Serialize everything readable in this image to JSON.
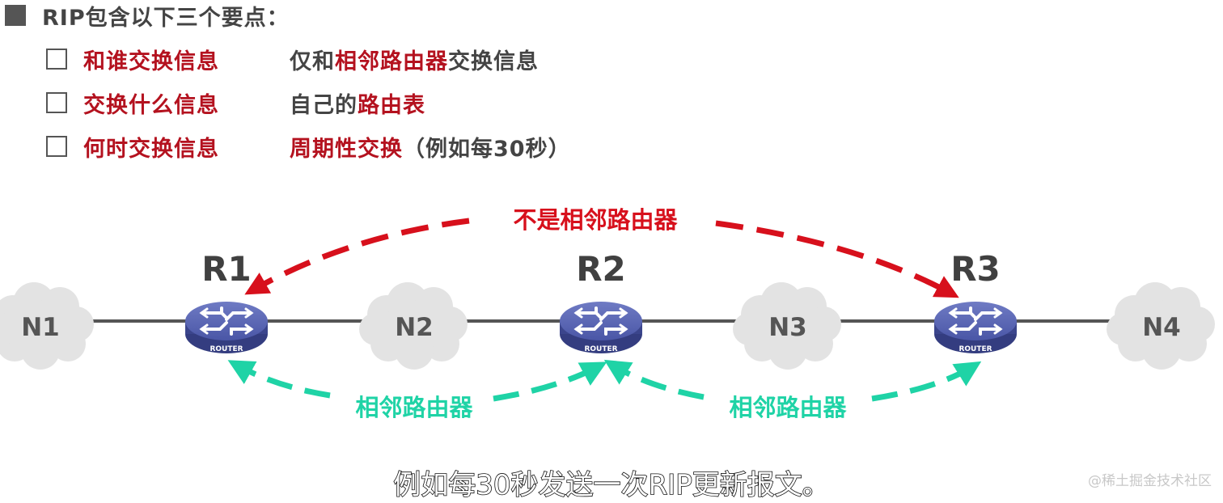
{
  "header": {
    "title": "RIP包含以下三个要点："
  },
  "points": [
    {
      "question": "和谁交换信息",
      "answer_parts": [
        {
          "text": "仅和",
          "highlight": false
        },
        {
          "text": "相邻路由器",
          "highlight": true
        },
        {
          "text": "交换信息",
          "highlight": false
        }
      ]
    },
    {
      "question": "交换什么信息",
      "answer_parts": [
        {
          "text": "自己的",
          "highlight": false
        },
        {
          "text": "路由表",
          "highlight": true
        }
      ]
    },
    {
      "question": "何时交换信息",
      "answer_parts": [
        {
          "text": "周期性交换",
          "highlight": true
        },
        {
          "text": "（例如每30秒）",
          "highlight": false
        }
      ]
    }
  ],
  "diagram": {
    "networks": [
      "N1",
      "N2",
      "N3",
      "N4"
    ],
    "routers": [
      {
        "name": "R1",
        "badge": "ROUTER"
      },
      {
        "name": "R2",
        "badge": "ROUTER"
      },
      {
        "name": "R3",
        "badge": "ROUTER"
      }
    ],
    "non_adjacent_label": "不是相邻路由器",
    "adjacent_labels": [
      "相邻路由器",
      "相邻路由器"
    ],
    "colors": {
      "non_adjacent_arrow": "#d7101c",
      "adjacent_arrow": "#1fd3a6",
      "link_line": "#555555",
      "router_fill": "#4a56a6",
      "cloud_fill": "#e3e3e3",
      "question_text": "#b4121f"
    }
  },
  "subtitle": "例如每30秒发送一次RIP更新报文。",
  "watermark": "@稀土掘金技术社区"
}
